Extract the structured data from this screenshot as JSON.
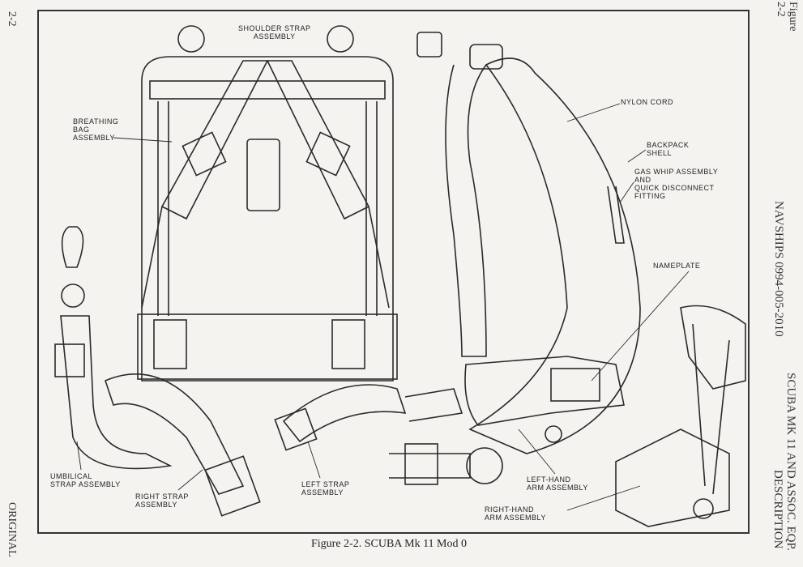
{
  "page": {
    "left_margin": {
      "page_number": "2-2",
      "footer": "ORIGINAL"
    },
    "right_margin": {
      "figure_ref": [
        "Figure",
        "2-2"
      ],
      "document_number": "NAVSHIPS 0994-005-2010",
      "section_title": [
        "SCUBA MK 11 AND ASSOC. EQP.",
        "DESCRIPTION"
      ]
    },
    "caption": "Figure 2-2.  SCUBA Mk 11 Mod 0"
  },
  "callouts": {
    "shoulder_strap": [
      "SHOULDER STRAP",
      "ASSEMBLY"
    ],
    "breathing_bag": [
      "BREATHING",
      "BAG",
      "ASSEMBLY"
    ],
    "nylon_cord": [
      "NYLON CORD"
    ],
    "backpack_shell": [
      "BACKPACK",
      "SHELL"
    ],
    "gas_whip": [
      "GAS WHIP ASSEMBLY",
      "AND",
      "QUICK DISCONNECT",
      "FITTING"
    ],
    "nameplate": [
      "NAMEPLATE"
    ],
    "umbilical_strap": [
      "UMBILICAL",
      "STRAP ASSEMBLY"
    ],
    "right_strap": [
      "RIGHT STRAP",
      "ASSEMBLY"
    ],
    "left_strap": [
      "LEFT STRAP",
      "ASSEMBLY"
    ],
    "left_hand_arm": [
      "LEFT-HAND",
      "ARM ASSEMBLY"
    ],
    "right_hand_arm": [
      "RIGHT-HAND",
      "ARM ASSEMBLY"
    ]
  }
}
